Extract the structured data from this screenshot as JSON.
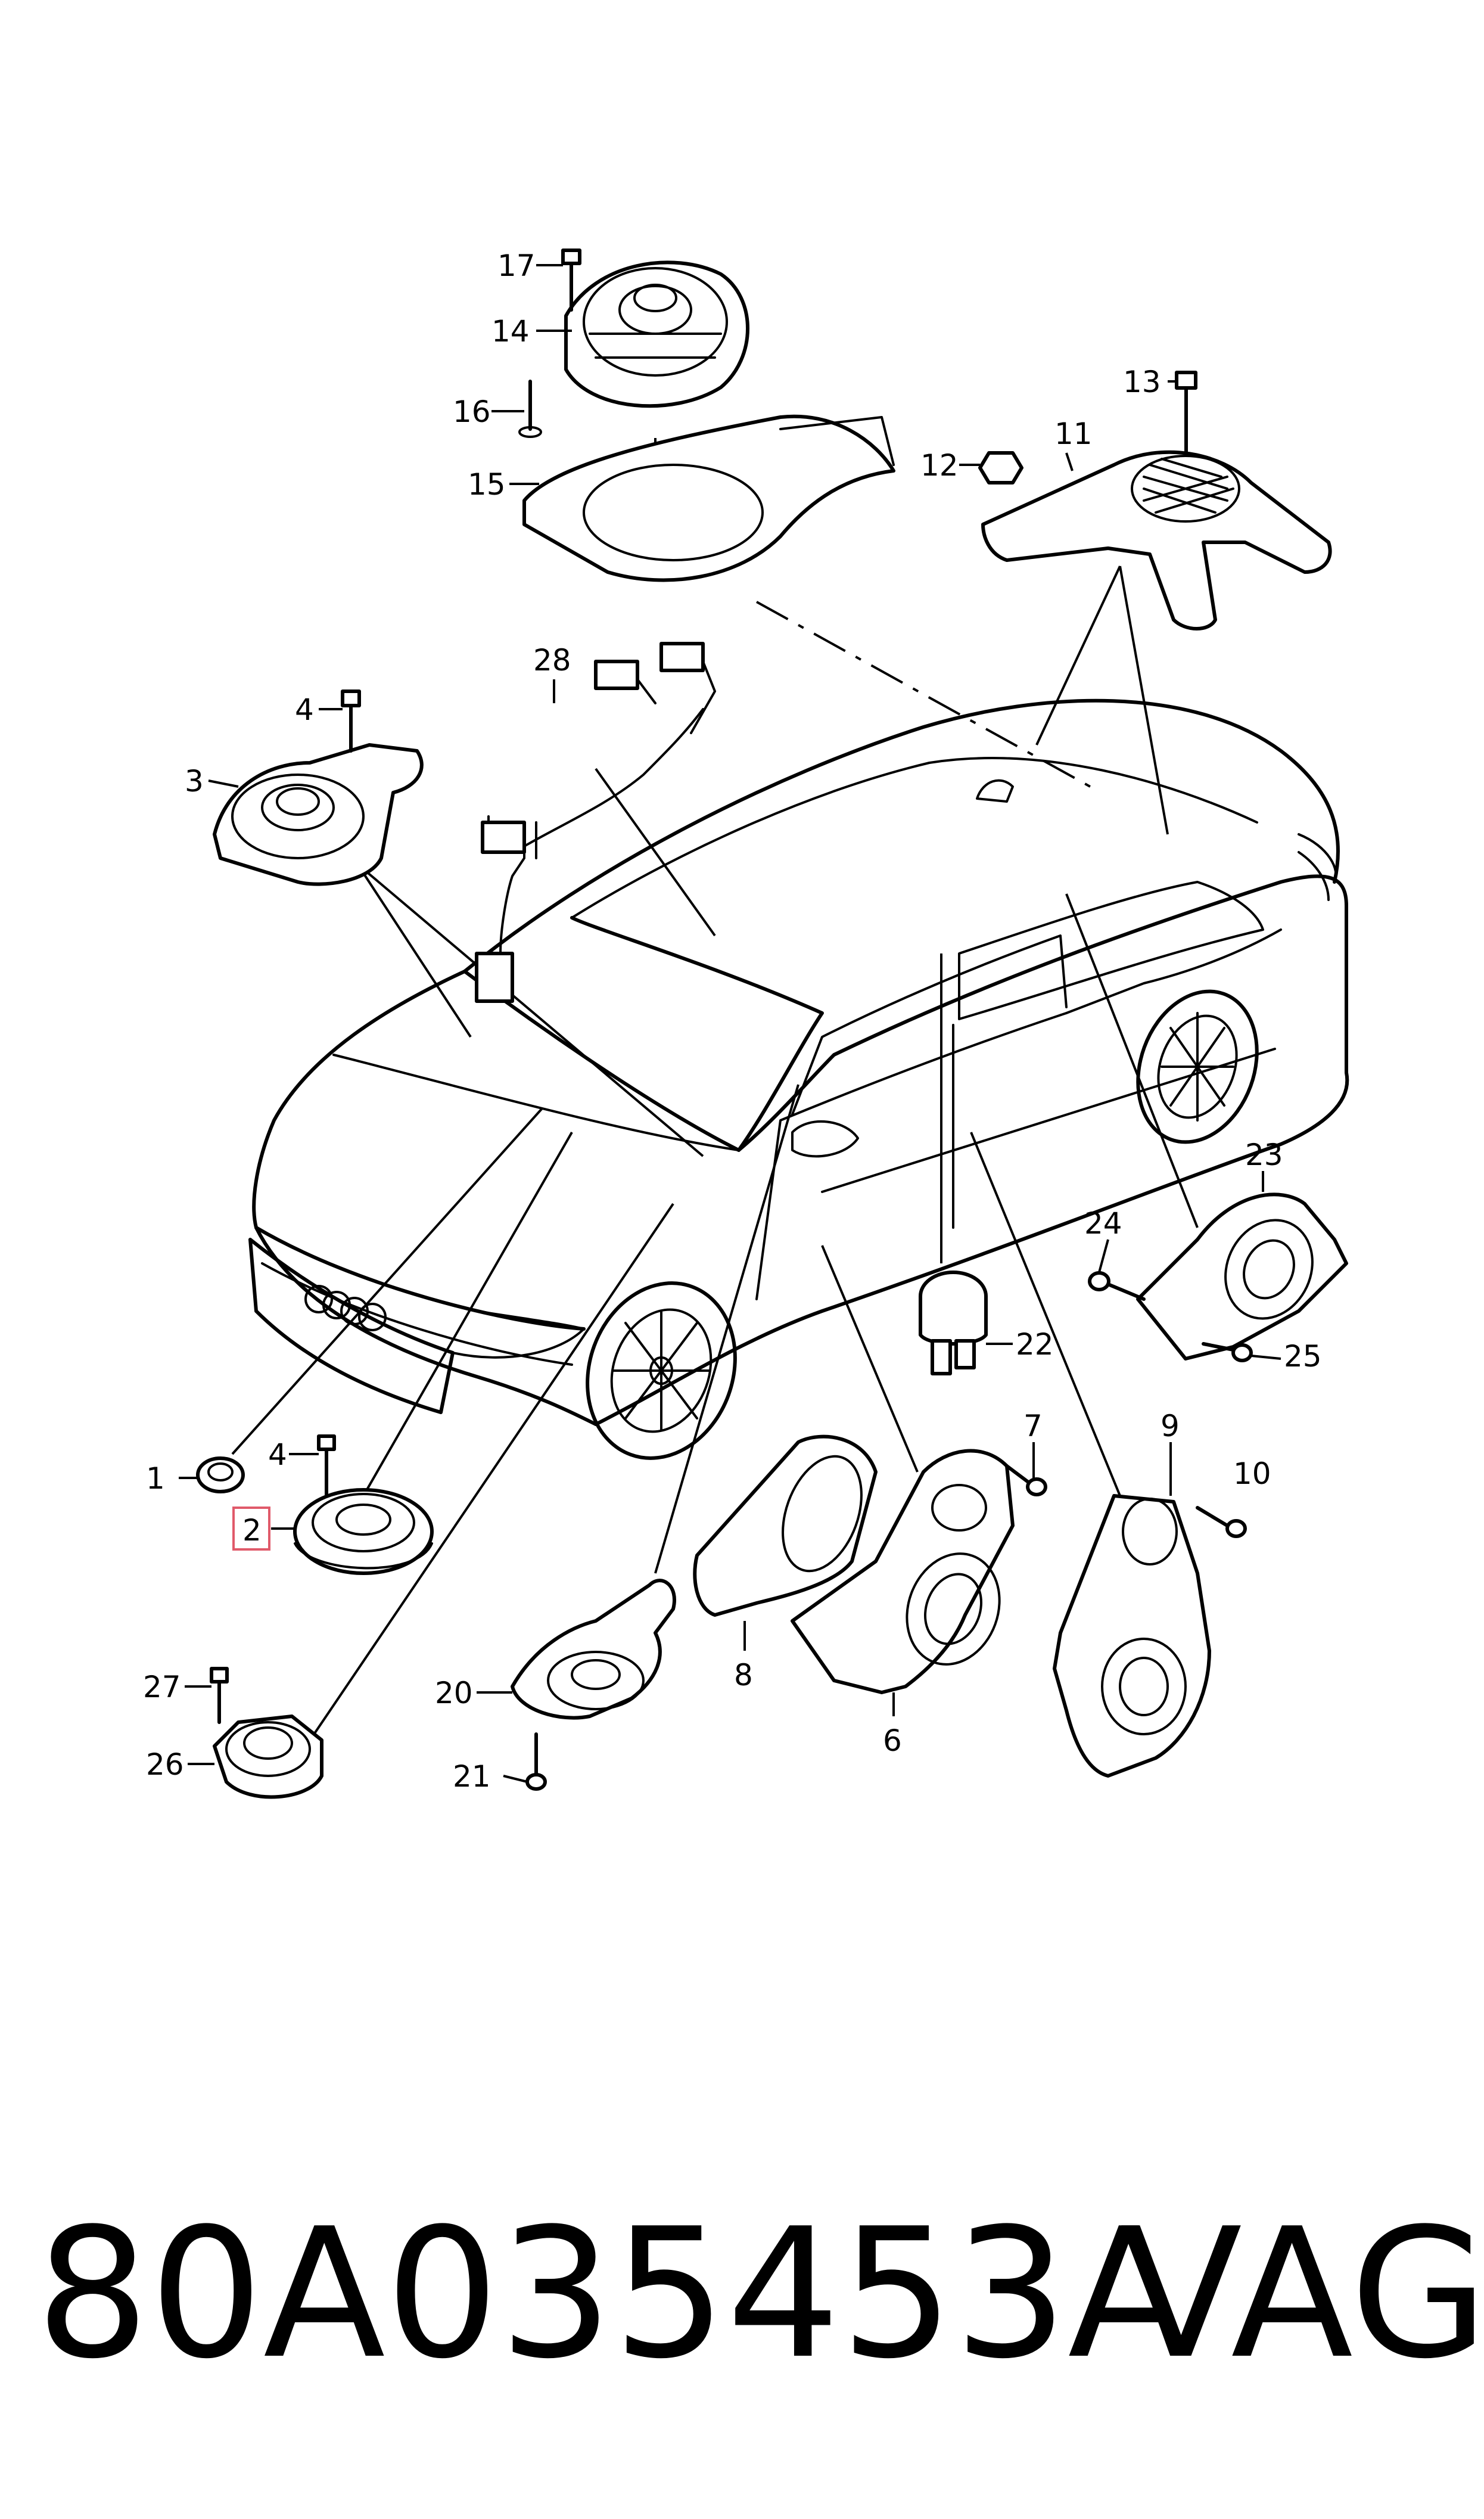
{
  "diagram": {
    "highlight_color": "#e05a6a",
    "highlighted_callout": "2",
    "callouts": {
      "c1": "1",
      "c2": "2",
      "c3": "3",
      "c4a": "4",
      "c4b": "4",
      "c6": "6",
      "c7": "7",
      "c8": "8",
      "c9": "9",
      "c10": "10",
      "c11": "11",
      "c12": "12",
      "c13": "13",
      "c14": "14",
      "c15": "15",
      "c16": "16",
      "c17": "17",
      "c20": "20",
      "c21": "21",
      "c22": "22",
      "c23": "23",
      "c24": "24",
      "c25": "25",
      "c26": "26",
      "c27": "27",
      "c28": "28"
    }
  },
  "footer": {
    "part_number": "80A035453A",
    "brand": "VAG"
  }
}
